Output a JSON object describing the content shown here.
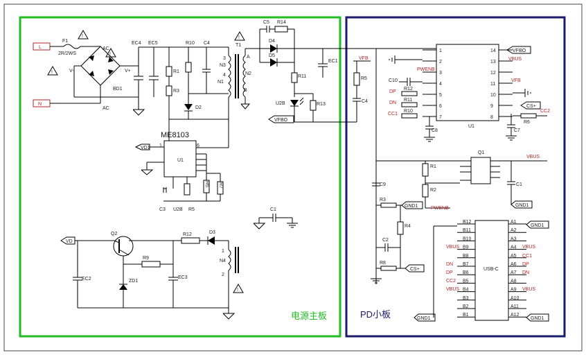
{
  "boards": {
    "power_board_label": "电源主板",
    "pd_board_label": "PD小板",
    "power_board_color": "#22bb22",
    "pd_board_color": "#1a1a6e"
  },
  "power": {
    "fuse": {
      "ref": "F1",
      "value": "2R/2WS"
    },
    "ac_l": "L",
    "ac_n": "N",
    "bridge": {
      "ref": "BD1",
      "vplus": "V+",
      "vminus": "V-"
    },
    "caps": {
      "ec4": "EC4",
      "ec5": "EC5",
      "c4": "C4",
      "c5": "C5",
      "ec1": "EC1",
      "c1": "C1",
      "c3": "C3",
      "ec2": "EC2",
      "ec3": "EC3"
    },
    "resistors": {
      "r10": "R10",
      "r1": "R1",
      "r3": "R3",
      "r14": "R14",
      "r11": "R11",
      "r13": "R13",
      "r5": "R5",
      "r6": "R6",
      "r7": "R7",
      "r12": "R12",
      "r9": "R9"
    },
    "diodes": {
      "d2": "D2",
      "d4": "D4",
      "d5": "D5",
      "d3": "D3",
      "zd1": "ZD1"
    },
    "transformer": {
      "ref": "T1",
      "n1": "N1",
      "n2": "N2",
      "n3": "N3",
      "n4": "N4",
      "a": "A",
      "b": "B"
    },
    "controller": {
      "part": "ME8103",
      "ref": "U1"
    },
    "opto": {
      "ref_a": "U2B",
      "ref_b": "U2B"
    },
    "q2": "Q2",
    "vfb_in": "VFB",
    "vfbo": "VFBO",
    "vd1": "VD1",
    "vd2": "VD",
    "pin_labels": {
      "t3": "3",
      "t4": "4",
      "t1": "1",
      "t2": "2",
      "u6": "6",
      "u1": "1",
      "n4_1": "1",
      "n4_2": "2",
      "bd_ac1": "AC",
      "bd_ac2": "AC"
    }
  },
  "pd": {
    "u1": {
      "ref": "U1",
      "left_pins": [
        "1",
        "2",
        "3",
        "4",
        "5",
        "6",
        "7"
      ],
      "right_pins": [
        "14",
        "13",
        "12",
        "11",
        "10",
        "9",
        "8"
      ]
    },
    "nets": {
      "vfbo": "VFBO",
      "vbus": "VBUS",
      "vfb": "VFB",
      "pwenb": "PWENB",
      "dp": "DP",
      "dn": "DN",
      "cc1": "CC1",
      "cc2": "CC2",
      "cs_plus": "CS+",
      "gnd1": "GND1"
    },
    "parts": {
      "c10": "C10",
      "r12": "R12",
      "r11": "R11",
      "r10": "R10",
      "c8": "C8",
      "c7": "C7",
      "r6": "R6",
      "r5": "R5",
      "c4": "C4",
      "q1": "Q1",
      "r1": "R1",
      "r2": "R2",
      "c1": "C1",
      "c9": "C9",
      "r3": "R3",
      "r4": "R4",
      "c2": "C2",
      "r8": "R8"
    },
    "usbc": {
      "label": "USB-C",
      "b_pins": [
        "B12",
        "B11",
        "B10",
        "B9",
        "B8",
        "B7",
        "B6",
        "B5",
        "B4",
        "B3",
        "B2",
        "B1"
      ],
      "a_pins": [
        "A1",
        "A2",
        "A3",
        "A4",
        "A5",
        "A6",
        "A7",
        "A8",
        "A9",
        "A10",
        "A11",
        "A12"
      ],
      "left_nets": {
        "b9": "VBUS",
        "b7": "DN",
        "b6": "DP",
        "b5": "CC2",
        "b4": "VBUS"
      },
      "right_nets": {
        "a4": "VBUS",
        "a5": "CC1",
        "a6": "DP",
        "a7": "DN",
        "a9": "VBUS"
      },
      "gnd_top": "GND1",
      "gnd_bl": "GND1",
      "gnd_br": "GND1"
    }
  }
}
